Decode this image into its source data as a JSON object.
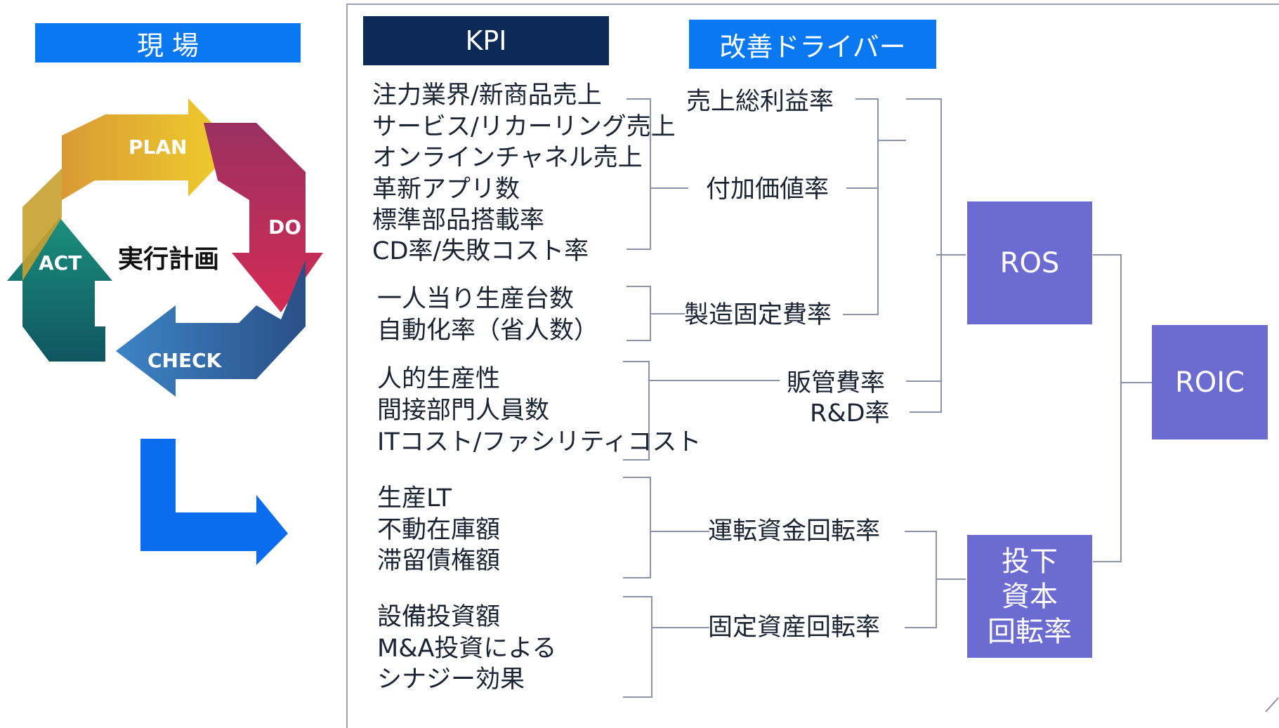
{
  "genba": "現 場",
  "kpi_header": "KPI",
  "driver_header": "改善ドライバー",
  "cycle": {
    "plan": "PLAN",
    "do": "DO",
    "check": "CHECK",
    "act": "ACT",
    "center": "実行計画"
  },
  "kpi_groups": [
    [
      "注力業界/新商品売上",
      "サービス/リカーリング売上",
      "オンラインチャネル売上",
      "革新アプリ数",
      "標準部品搭載率",
      "CD率/失敗コスト率"
    ],
    [
      "一人当り生産台数",
      "自動化率（省人数）"
    ],
    [
      "人的生産性",
      "間接部門人員数",
      "ITコスト/ファシリティコスト"
    ],
    [
      "生産LT",
      "不動在庫額",
      "滞留債権額"
    ],
    [
      "設備投資額",
      "M&A投資による",
      "シナジー効果"
    ]
  ],
  "drivers": [
    "売上総利益率",
    "付加価値率",
    "製造固定費率",
    "販管費率",
    "R&D率",
    "運転資金回転率",
    "固定資産回転率"
  ],
  "ros": "ROS",
  "roic": "ROIC",
  "capital_turnover": [
    "投下",
    "資本",
    "回転率"
  ],
  "colors": {
    "navy": "#0d2a57",
    "blue": "#0a78f0",
    "box": "#6b6bd1",
    "line": "#8a94a6"
  }
}
